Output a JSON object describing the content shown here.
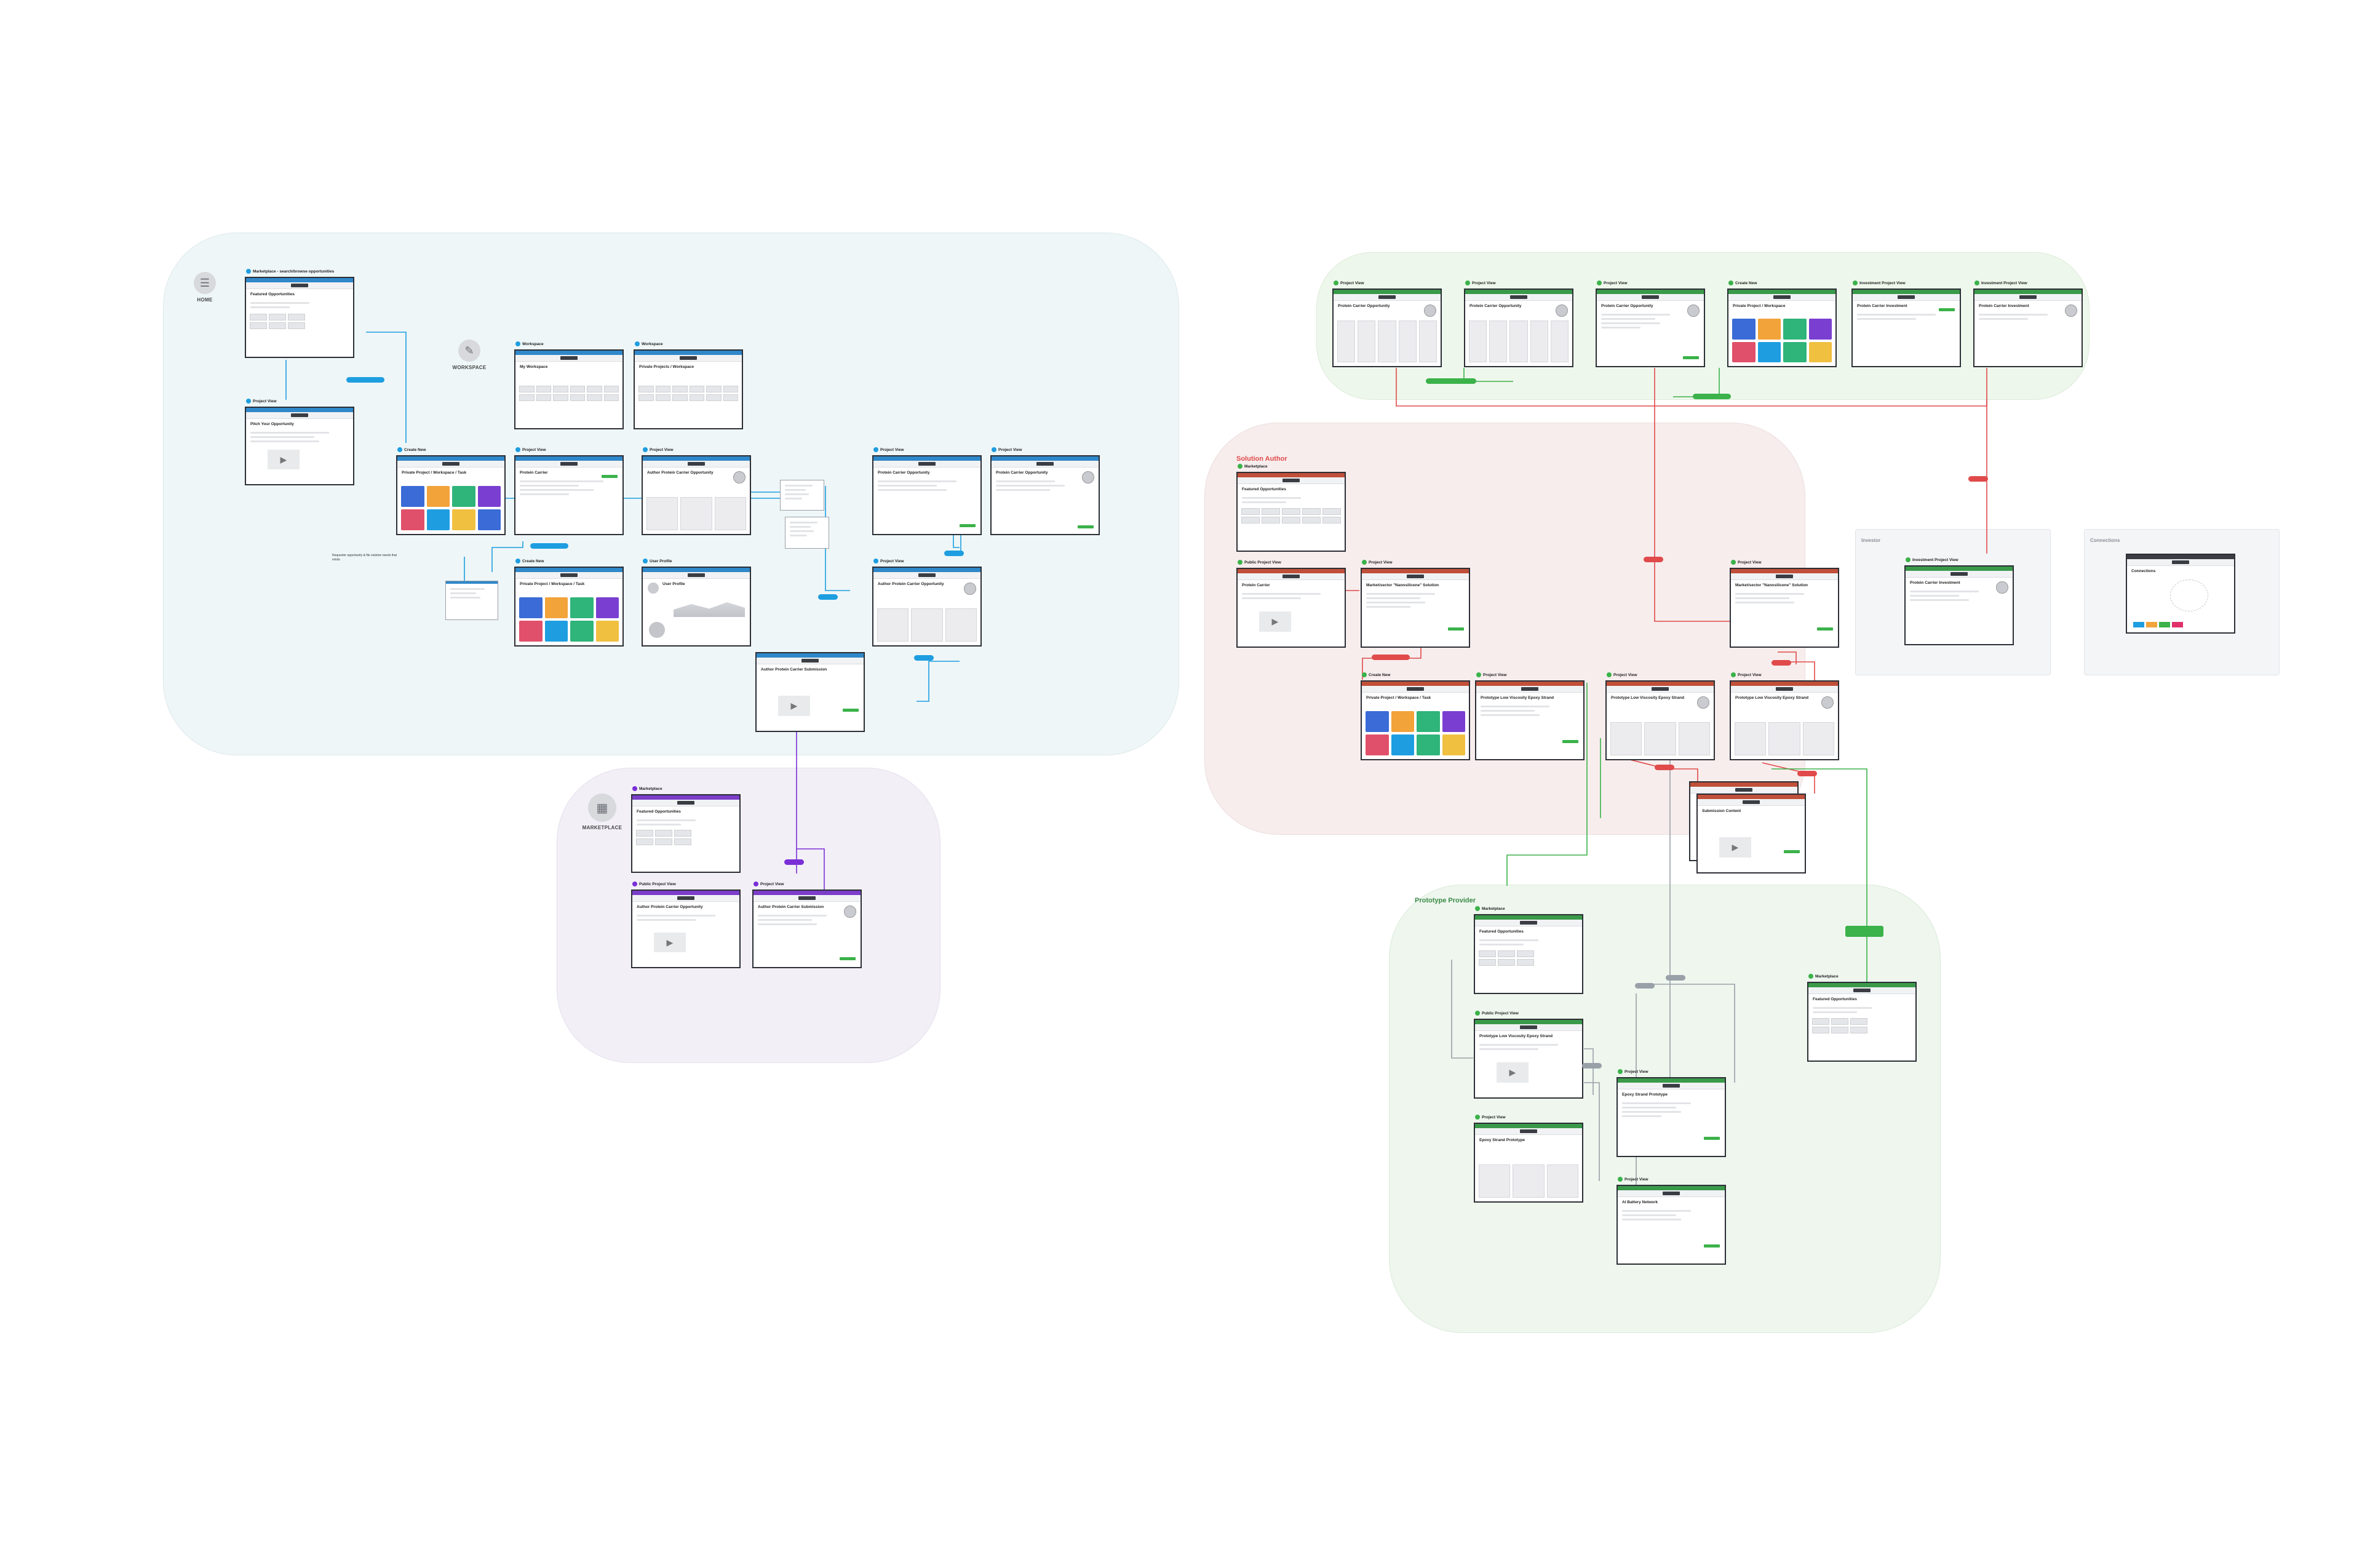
{
  "colors": {
    "workspace_bg": "#eef6f7",
    "marketplace_bg": "#f2eff7",
    "solution_bg": "#f7eded",
    "prototype_bg": "#eef6ee",
    "top_green_bg": "#eef7ec",
    "investor_bg": "#f4f5f7",
    "connections_bg": "#f4f5f7",
    "blue": "#1e9ee0",
    "purple": "#7a2fd6",
    "red": "#e04a4a",
    "green": "#3bb24a",
    "gray": "#9aa0a8",
    "header_blue": "#2f88c9",
    "header_purple": "#7b3ec9",
    "header_red": "#c0503a",
    "header_green": "#3a9a4a"
  },
  "hubs": {
    "home": "HOME",
    "workspace": "WORKSPACE",
    "marketplace": "MARKETPLACE"
  },
  "regions": {
    "solution_author": "Solution Author",
    "prototype_provider": "Prototype Provider",
    "investor": "Investor",
    "connections": "Connections"
  },
  "screens": {
    "ws_marketplace": {
      "label": "Marketplace - search/browse opportunities",
      "title": "Featured Opportunities"
    },
    "ws_project_view_main": {
      "label": "Project View",
      "title": "Pitch Your Opportunity"
    },
    "ws_workspace1": {
      "label": "Workspace",
      "title": "My Workspace"
    },
    "ws_workspace2": {
      "label": "Workspace",
      "title": "Private Projects / Workspace"
    },
    "ws_create_new": {
      "label": "Create New",
      "title": "Private Project / Workspace / Task"
    },
    "ws_project_view_a": {
      "label": "Project View",
      "title": "Protein Carrier"
    },
    "ws_project_view_b": {
      "label": "Project View",
      "title": "Author Protein Carrier Opportunity"
    },
    "ws_project_view_c": {
      "label": "Project View",
      "title": "Protein Carrier Opportunity"
    },
    "ws_project_view_d": {
      "label": "Project View",
      "title": "Protein Carrier Opportunity"
    },
    "ws_create_new2": {
      "label": "Create New",
      "title": "Private Project / Workspace / Task"
    },
    "ws_user_profile": {
      "label": "User Profile",
      "title": "User Profile"
    },
    "ws_project_view_e": {
      "label": "Project View",
      "title": "Author Protein Carrier Opportunity"
    },
    "ws_submission": {
      "label": "",
      "title": "Author Protein Carrier Submission"
    },
    "mk_marketplace": {
      "label": "Marketplace",
      "title": "Featured Opportunities"
    },
    "mk_public_view": {
      "label": "Public Project View",
      "title": "Author Protein Carrier Opportunity"
    },
    "mk_project_view": {
      "label": "Project View",
      "title": "Author Protein Carrier Submission"
    },
    "tg_1": {
      "label": "Project View",
      "title": "Protein Carrier Opportunity"
    },
    "tg_2": {
      "label": "Project View",
      "title": "Protein Carrier Opportunity"
    },
    "tg_3": {
      "label": "Project View",
      "title": "Protein Carrier Opportunity"
    },
    "tg_4": {
      "label": "Create New",
      "title": "Private Project / Workspace"
    },
    "tg_5": {
      "label": "Investment Project View",
      "title": "Protein Carrier Investment"
    },
    "tg_6": {
      "label": "Investment Project View",
      "title": "Protein Carrier Investment"
    },
    "sa_marketplace": {
      "label": "Marketplace",
      "title": "Featured Opportunities"
    },
    "sa_public_view": {
      "label": "Public Project View",
      "title": "Protein Carrier"
    },
    "sa_project_view": {
      "label": "Project View",
      "title": "Market/sector \"Nanosilicene\" Solution"
    },
    "sa_create_new": {
      "label": "Create New",
      "title": "Private Project / Workspace / Task"
    },
    "sa_project_view2": {
      "label": "Project View",
      "title": "Prototype Low Viscosity Epoxy Strand"
    },
    "sa_project_view3": {
      "label": "Project View",
      "title": "Prototype Low Viscosity Epoxy Strand"
    },
    "sa_project_view4": {
      "label": "Project View",
      "title": "Prototype Low Viscosity Epoxy Strand"
    },
    "sa_project_view_right": {
      "label": "Project View",
      "title": "Market/sector \"Nanosilicene\" Solution"
    },
    "sa_submission": {
      "label": "",
      "title": "Submission Content"
    },
    "in_investment": {
      "label": "Investment Project View",
      "title": "Protein Carrier Investment"
    },
    "cn_connections": {
      "label": "",
      "title": "Connections"
    },
    "pp_marketplace": {
      "label": "Marketplace",
      "title": "Featured Opportunities"
    },
    "pp_public_view": {
      "label": "Public Project View",
      "title": "Prototype Low Viscosity Epoxy Strand"
    },
    "pp_project_view1": {
      "label": "Project View",
      "title": "Epoxy Strand Prototype"
    },
    "pp_project_view2": {
      "label": "Project View",
      "title": "Epoxy Strand Prototype"
    },
    "pp_project_view3": {
      "label": "Project View",
      "title": "AI Battery Network"
    },
    "pp_marketplace2": {
      "label": "Marketplace",
      "title": "Featured Opportunities"
    }
  },
  "pills": {
    "blue1": "",
    "blue2": "",
    "blue3": "",
    "blue4": "",
    "blue5": "",
    "purple1": "",
    "red1": "",
    "red2": "",
    "red3": "",
    "red4": "",
    "red5": "",
    "red6": "",
    "green1": "",
    "green2": "",
    "green3": "",
    "gray1": "",
    "gray2": "",
    "gray3": ""
  },
  "notes": {
    "ws_note": "Requester opportunity & file solution needs that exists"
  }
}
